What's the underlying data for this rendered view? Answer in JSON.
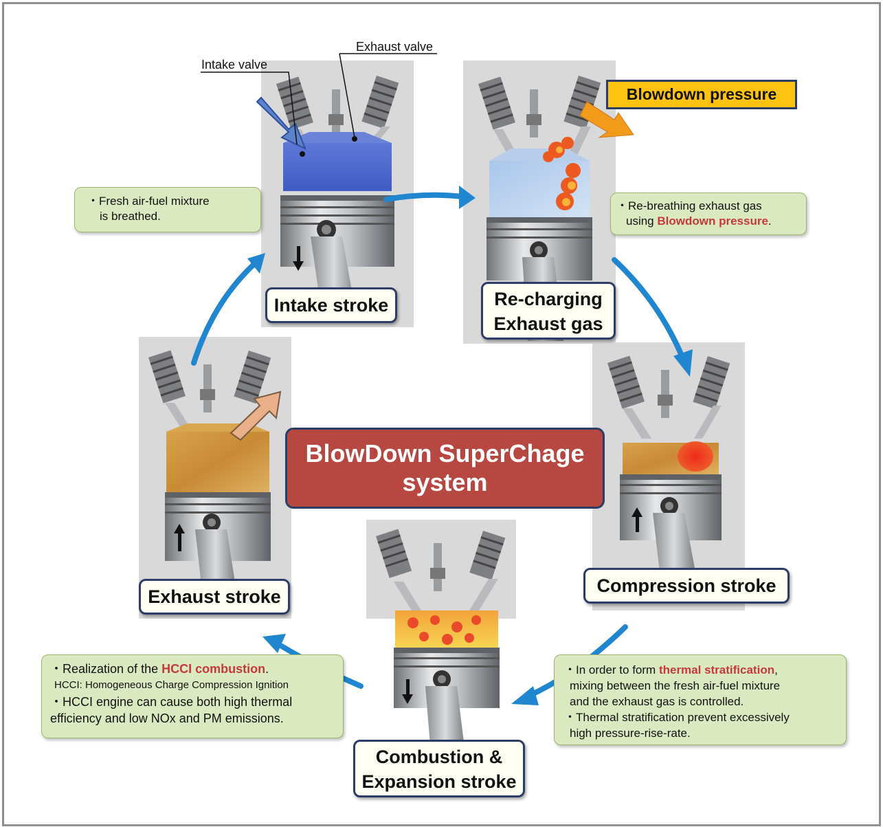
{
  "title": "BlowDown SuperChage system",
  "stages": {
    "intake": "Intake stroke",
    "recharging": [
      "Re-charging",
      "Exhaust gas"
    ],
    "compression": "Compression stroke",
    "combustion": [
      "Combustion &",
      "Expansion stroke"
    ],
    "exhaust": "Exhaust stroke"
  },
  "labels": {
    "intake_valve": "Intake valve",
    "exhaust_valve": "Exhaust valve",
    "blowdown_pressure": "Blowdown pressure"
  },
  "callouts": {
    "intake": [
      "・Fresh air-fuel mixture",
      "is breathed."
    ],
    "recharging": {
      "line1": "・Re-breathing exhaust gas",
      "line2_prefix": "using ",
      "line2_highlight": "Blowdown pressure",
      "line2_suffix": "."
    },
    "hcci": {
      "line1_prefix": "・Realization of the ",
      "line1_highlight": "HCCI combustion",
      "line1_suffix": ".",
      "line2": "HCCI: Homogeneous Charge Compression Ignition",
      "line3": "・HCCI engine can cause both high thermal",
      "line4": "efficiency and low NOx and PM emissions."
    },
    "stratification": {
      "line1_prefix": "・In order to form ",
      "line1_highlight": "thermal stratification",
      "line1_suffix": ",",
      "line2": "mixing between the fresh air-fuel mixture",
      "line3": "and the exhaust gas is controlled.",
      "line4": "・Thermal stratification prevent excessively",
      "line5": "high pressure-rise-rate."
    }
  },
  "colors": {
    "cycle_arrow": "#1f86cf",
    "title_box": "#b74741",
    "callout_fill": "#dbe9c1",
    "highlight_text": "#c4393b",
    "blowdown_box": "#ffc20e",
    "label_border": "#2b3c66"
  }
}
